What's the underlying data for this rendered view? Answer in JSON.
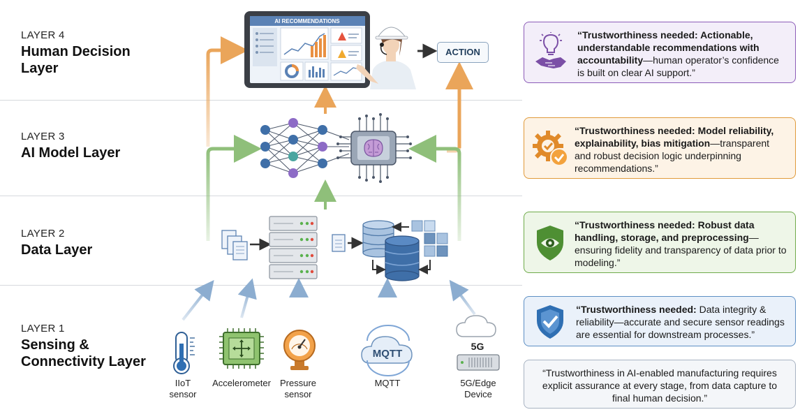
{
  "layers": [
    {
      "num": "LAYER 4",
      "name_line1": "Human Decision",
      "name_line2": "Layer"
    },
    {
      "num": "LAYER 3",
      "name_line1": "AI Model Layer",
      "name_line2": ""
    },
    {
      "num": "LAYER 2",
      "name_line1": "Data Layer",
      "name_line2": ""
    },
    {
      "num": "LAYER 1",
      "name_line1": "Sensing &",
      "name_line2": "Connectivity Layer"
    }
  ],
  "dashboard": {
    "title": "AI RECOMMENDATIONS"
  },
  "action_label": "ACTION",
  "sensors": {
    "iiot_line1": "IIoT",
    "iiot_line2": "sensor",
    "accelerometer": "Accelerometer",
    "pressure_line1": "Pressure",
    "pressure_line2": "sensor",
    "mqtt_icon": "MQTT",
    "mqtt": "MQTT",
    "fiveg_icon": "5G",
    "edge_line1": "5G/Edge",
    "edge_line2": "Device"
  },
  "cards": {
    "layer4": {
      "bold": "“Trustworthiness needed: Actionable, understandable recommendations with accountability",
      "rest": "—human operator’s confidence is built on clear AI support.”"
    },
    "layer3": {
      "bold": "“Trustworthiness needed: Model reliability, explainability, bias mitigation",
      "rest": "—transparent and robust decision logic underpinning recommendations.”"
    },
    "layer2": {
      "bold": "“Trustworthiness needed: Robust data handling, storage, and preprocessing",
      "rest": "—ensuring fidelity and transparency of data prior to modeling.”"
    },
    "layer1": {
      "bold": "“Trustworthiness needed:",
      "rest": " Data integrity & reliability—accurate and secure sensor readings are essential for downstream processes.”"
    },
    "summary": "“Trustworthiness in AI-enabled manufacturing requires explicit assurance at every stage, from data capture to final human decision.”"
  },
  "icons": {
    "layer4": "lightbulb-handshake-icon",
    "layer3": "gear-check-icon",
    "layer2": "shield-eye-icon",
    "layer1": "shield-check-icon"
  },
  "colors": {
    "orange_arrow": "#eaa55a",
    "green_arrow": "#8fbf7a",
    "blue_arrow": "#8cadd0",
    "purple": "#8c5cb8",
    "orange": "#e09a3a",
    "green": "#6fab4a",
    "blue": "#5d8fc4"
  }
}
